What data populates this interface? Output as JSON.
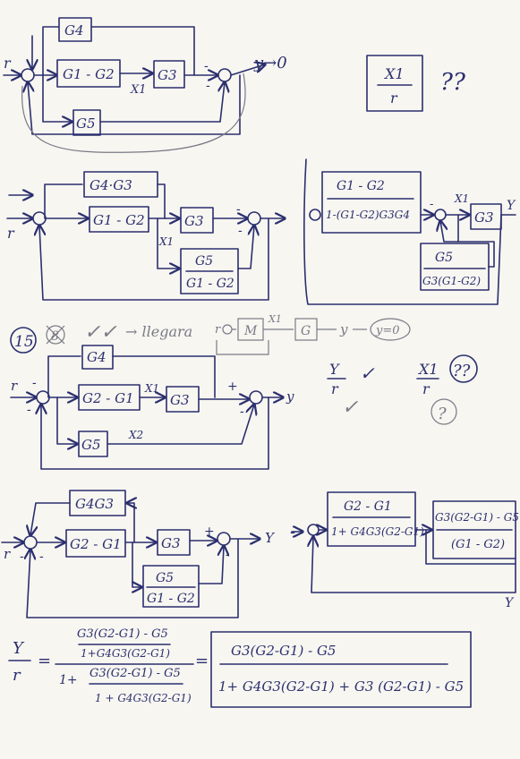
{
  "d1": {
    "g4": "G4",
    "g1g2": "G1 - G2",
    "g3": "G3",
    "g5": "G5",
    "x1": "X1",
    "r": "r",
    "y": "y",
    "yzero": "y→0",
    "minus": "-",
    "ratio_num": "X1",
    "ratio_den": "r",
    "qq": "??"
  },
  "d2": {
    "g4g3": "G4·G3",
    "g1g2": "G1 - G2",
    "g3": "G3",
    "g5_num": "G5",
    "g5_den": "G1 - G2",
    "x1": "X1",
    "r": "r",
    "minus": "-",
    "ff_num": "G1 - G2",
    "ff_den": "1-(G1-G2)G3G4",
    "y": "Y",
    "fb_num": "G5",
    "fb_den": "G3(G1-G2)"
  },
  "p15": {
    "num": "15",
    "crossed": "8",
    "note_checks": "✓✓",
    "note_text": "→ llegara",
    "m": "M",
    "g": "G",
    "y": "y",
    "yzero": "y=0",
    "x1": "X1",
    "r": "r",
    "g4": "G4",
    "g2g1": "G2 - G1",
    "g3": "G3",
    "g5": "G5",
    "x2": "X2",
    "plus": "+",
    "minus": "-",
    "ratio1_num": "Y",
    "ratio1_den": "r",
    "check": "✓",
    "ratio2_num": "X1",
    "ratio2_den": "r",
    "qq": "??",
    "q": "?"
  },
  "d4": {
    "g4g3": "G4G3",
    "g2g1": "G2 - G1",
    "g3": "G3",
    "g5_num": "G5",
    "g5_den": "G1 - G2",
    "ff_num": "G2 - G1",
    "ff_den": "1+ G4G3(G2-G1)",
    "out_num": "G3(G2-G1) - G5",
    "out_den": "(G1 - G2)",
    "r": "r",
    "y": "Y",
    "plus": "+",
    "minus": "-"
  },
  "formula": {
    "lhs_num": "Y",
    "lhs_den": "r",
    "big_num_top": "G3(G2-G1) - G5",
    "big_num_bot": "1+G4G3(G2-G1)",
    "big_den_prefix": "1+",
    "big_den_top": "G3(G2-G1) - G5",
    "big_den_bot": "1 + G4G3(G2-G1)",
    "equals": "=",
    "result_num": "G3(G2-G1) - G5",
    "result_den": "1+ G4G3(G2-G1) + G3 (G2-G1) - G5"
  }
}
